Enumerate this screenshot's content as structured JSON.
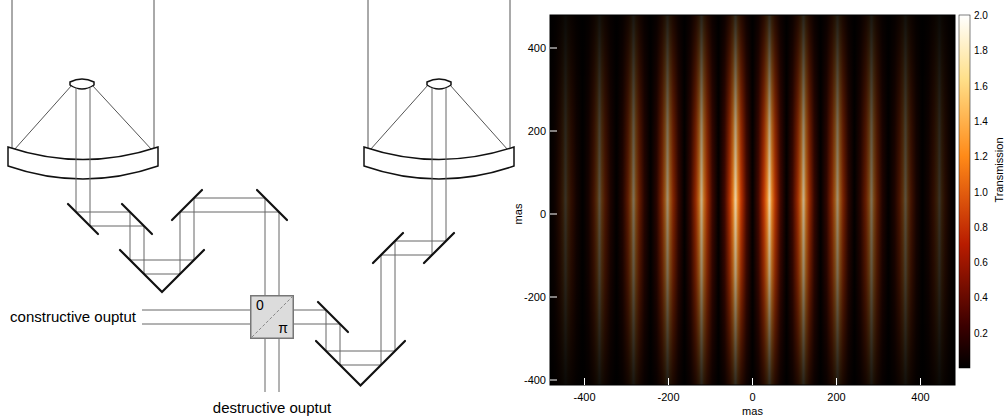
{
  "diagram": {
    "nodes": [
      {
        "text": [
          "0",
          "π"
        ]
      }
    ],
    "labels": [
      "constructive ouptut",
      "destructive ouptut",
      "400",
      "200",
      "0",
      "-200",
      "-400",
      "-400",
      "-200",
      "0",
      "200",
      "400",
      "mas",
      "mas",
      "2.0",
      "1.8",
      "1.6",
      "1.4",
      "1.2",
      "1.0",
      "0.8",
      "0.6",
      "0.4",
      "0.2",
      "Transmission"
    ]
  }
}
